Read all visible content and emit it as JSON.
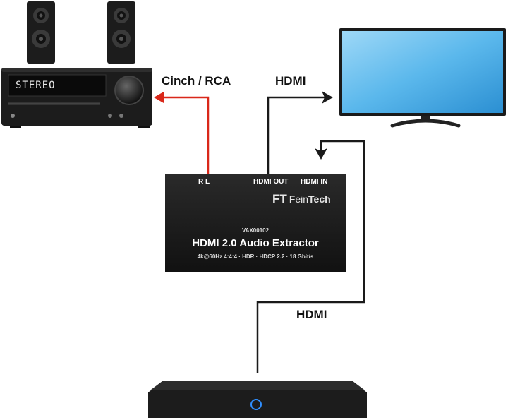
{
  "receiver": {
    "display_text": "STEREO"
  },
  "cables": {
    "audio_label": "Cinch / RCA",
    "hdmi_out_label": "HDMI",
    "hdmi_in_label": "HDMI"
  },
  "extractor": {
    "port_rl": "R  L",
    "port_hdmi_out": "HDMI OUT",
    "port_hdmi_in": "HDMI IN",
    "brand_mark": "FT",
    "brand_name_1": "Fein",
    "brand_name_2": "Tech",
    "model": "VAX00102",
    "product_name": "HDMI 2.0 Audio Extractor",
    "specs": "4k@60Hz  4:4:4  ·  HDR  ·  HDCP 2.2  ·  18 Gbit/s"
  },
  "colors": {
    "audio_cable": "#d9281a",
    "hdmi_cable": "#1a1a1a",
    "tv_screen": "#5bb8ec",
    "device_body": "#1e1e1e"
  }
}
